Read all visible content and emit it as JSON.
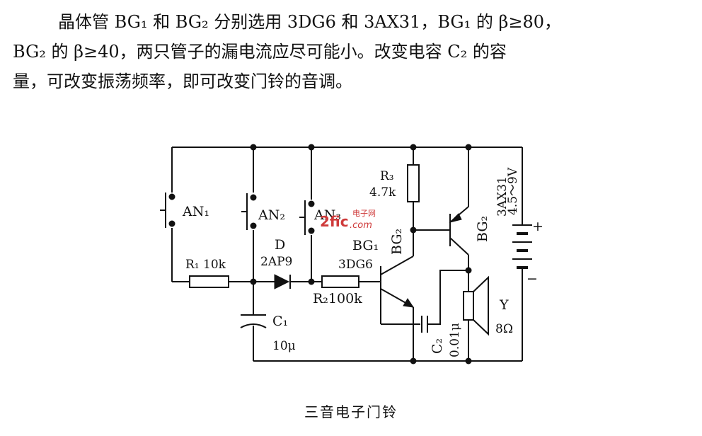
{
  "description_text": [
    "晶体管 BG₁ 和 BG₂ 分别选用 3DG6 和 3AX31，BG₁ 的 β≥80，",
    "BG₂ 的 β≥40，两只管子的漏电流应尽可能小。改变电容 C₂ 的容",
    "量，可改变振荡频率，即可改变门铃的音调。"
  ],
  "labels": {
    "an1": "AN₁",
    "an2": "AN₂",
    "an3": "AN₃",
    "r1": "R₁ 10k",
    "d_name": "D",
    "d_part": "2AP9",
    "r2": "R₂100k",
    "r3_name": "R₃",
    "r3_value": "4.7k",
    "bg1_name": "BG₁",
    "bg1_part": "3DG6",
    "bg2_name": "BG₂",
    "bg2_rot": "BG₂",
    "bg2_part": "3AX31",
    "battery": "4.5～9V",
    "plus": "+",
    "minus": "−",
    "c1_name": "C₁",
    "c1_value": "10μ",
    "c2_name": "C₂",
    "c2_value": "0.01μ",
    "speaker_name": "Y",
    "speaker_value": "8Ω"
  },
  "watermark": {
    "main": "2fic",
    "top": "电子网",
    "bottom": ".com"
  },
  "caption": "三音电子门铃"
}
